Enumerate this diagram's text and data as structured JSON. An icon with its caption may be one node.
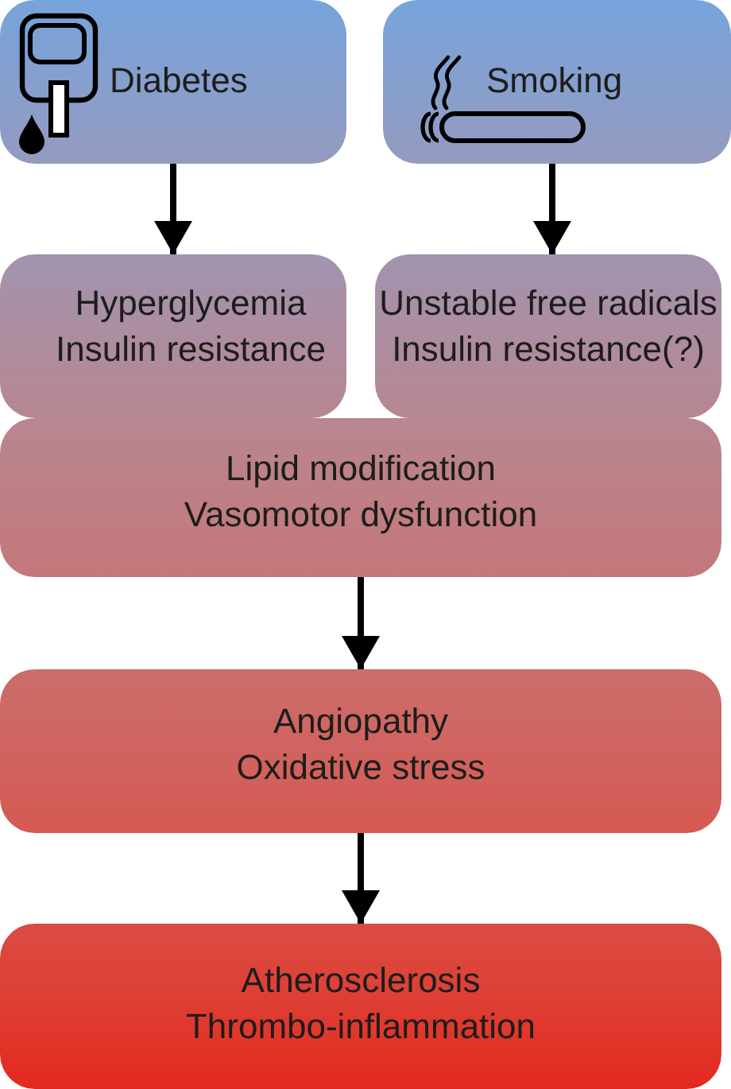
{
  "diagram": {
    "nodes": [
      {
        "text": [
          "Diabetes"
        ]
      },
      {
        "text": [
          "Smoking"
        ]
      },
      {
        "text": [
          "Hyperglycemia",
          "Insulin resistance"
        ]
      },
      {
        "text": [
          "Unstable free radicals",
          "Insulin resistance(?)"
        ]
      },
      {
        "text": [
          "Lipid modification",
          "Vasomotor dysfunction"
        ]
      },
      {
        "text": [
          "Angiopathy",
          "Oxidative stress"
        ]
      },
      {
        "text": [
          "Atherosclerosis",
          "Thrombo-inflammation"
        ]
      }
    ],
    "edges": [
      {
        "from": 0,
        "to": 2,
        "arrow": "to"
      },
      {
        "from": 1,
        "to": 3,
        "arrow": "to"
      },
      {
        "from": 4,
        "to": 5,
        "arrow": "to"
      },
      {
        "from": 5,
        "to": 6,
        "arrow": "to"
      }
    ]
  }
}
